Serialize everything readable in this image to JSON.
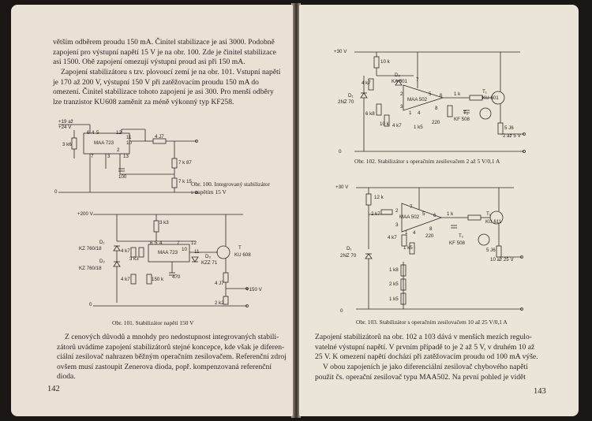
{
  "left_page": {
    "paragraph1": [
      "větším odběrem proudu 150 mA. Činitel stabilizace je asi 3000. Podobně",
      "zapojení pro výstupní napětí 15 V je na obr. 100. Zde je činitel stabilizace",
      "asi 1500. Obě zapojení omezují výstupní proud asi při 150 mA."
    ],
    "paragraph2": [
      "Zapojení stabilizátoru s tzv. plovoucí zemí je na obr. 101. Vstupní napětí",
      "je 170 až 200 V, výstupní 150 V při zatěžovacím proudu 150 mA do",
      "omezení. Činitel stabilizace tohoto zapojení je asi 300. Pro menší odběry",
      "lze tranzistor KU608 zaměnit za méně výkonný typ KF258."
    ],
    "fig100": {
      "caption": [
        "Obr. 100. Integrovaný stabilizátor",
        "s napětím 15 V"
      ],
      "labels": {
        "vin1": "+19 až",
        "vin2": "+24 V",
        "ic": "MAA 723",
        "r1": "3 k6",
        "r2": "4 J7",
        "r3": "7 k 87",
        "r4": "7 k 15",
        "c1": "100",
        "zero": "0",
        "p6": "6",
        "p4": "4",
        "p5": "5",
        "p12": "12",
        "p11": "11",
        "p10": "10",
        "p2": "2",
        "p3": "3",
        "p13": "13",
        "p7": "7"
      }
    },
    "fig101": {
      "caption": "Obr. 101. Stabilizátor napětí 150 V",
      "labels": {
        "vin": "+200 V",
        "r1": "3 k3",
        "d1": "D₁",
        "d1t": "KZ 760/18",
        "d2": "D₂",
        "d2t": "KZ 760/18",
        "r2": "4 k7",
        "r3": "3 k3",
        "r4": "4 k7",
        "r5": "150 k",
        "ic": "MAA 723",
        "c1": "470",
        "d3": "D₃",
        "d3t": "KZZ 71",
        "t": "T",
        "tt": "KU 608",
        "r6": "4 J7",
        "r7": "2 k2",
        "vout": "+150 V",
        "p6": "6",
        "p5": "5",
        "p4": "4",
        "p7": "7",
        "p10": "10",
        "p12": "12",
        "p11": "11",
        "zero": "0"
      }
    },
    "paragraph3": [
      "Z cenových důvodů a mnohdy pro nedostupnost integrovaných stabili-",
      "zátorů uvádíme zapojení stabilizátorů stejné koncepce, kde však je diferen-",
      "ciální zesilovač nahrazen běžným operačním zesilovačem. Referenční zdroj",
      "ovšem musí zastoupit Zenerova dioda, popř. kompenzovaná referenční",
      "dioda."
    ],
    "page_number": "142"
  },
  "right_page": {
    "fig102": {
      "caption": "Obr. 102. Stabilizátor s operačním zesilovačem 2 až 5 V/0,1 A",
      "labels": {
        "vin": "+30 V",
        "r1": "10 k",
        "r2": "4 k7",
        "d1": "D₁",
        "d1t": "2NZ 70",
        "d2": "D₂",
        "d2t": "KA 501",
        "r3": "6 k8",
        "r4": "10 k",
        "r5": "4 k7",
        "ic": "MAA 502",
        "r6": "1 k5",
        "c1": "220",
        "r7": "1 k",
        "t1": "T₁",
        "t1t": "KU 601",
        "t2": "T₂",
        "t2t": "KF 508",
        "r8": "5 J6",
        "vout": "2 až 5 V",
        "zero": "0",
        "p7": "7",
        "p2": "2",
        "p3": "3",
        "p4": "4",
        "p5": "5",
        "p6": "6",
        "p1": "1",
        "p8": "8"
      }
    },
    "fig103": {
      "caption": "Obr. 103. Stabilizátor s operačním zesilovačem 10 až 25 V/0,1 A",
      "labels": {
        "vin": "+30 V",
        "r1": "12 k",
        "r2": "2 k7",
        "d1": "D₁",
        "d1t": "2NZ 70",
        "r3": "4 k7",
        "r4": "1 k5",
        "ic": "MAA 502",
        "c1": "220",
        "r5": "1 k",
        "t1": "T₁",
        "t1t": "KU 611",
        "t2": "T₂",
        "t2t": "KF 508",
        "r6": "5 J6",
        "r7": "1 k8",
        "r8": "2 k5",
        "r9": "1 k5",
        "vout": "10 až 25 V",
        "zero": "0",
        "p7": "7",
        "p2": "2",
        "p3": "3",
        "p4": "4",
        "p5": "5",
        "p6": "6",
        "p1": "1",
        "p8": "8"
      }
    },
    "paragraph1": [
      "Zapojení stabilizátorů na obr. 102 a 103 dává v menších mezích regulo-",
      "vatelné výstupní napětí. V prvním případě to je 2 až 5 V, v druhém 10 až",
      "25 V. K omezení napětí dochází při zatěžovacím proudu od 100 mA výše."
    ],
    "paragraph2": [
      "V obou zapojeních je jako diferenciální zesilovač chybového napětí",
      "použit čs. operační zesilovač typu MAA502. Na první pohled je vidět"
    ],
    "page_number": "143"
  }
}
